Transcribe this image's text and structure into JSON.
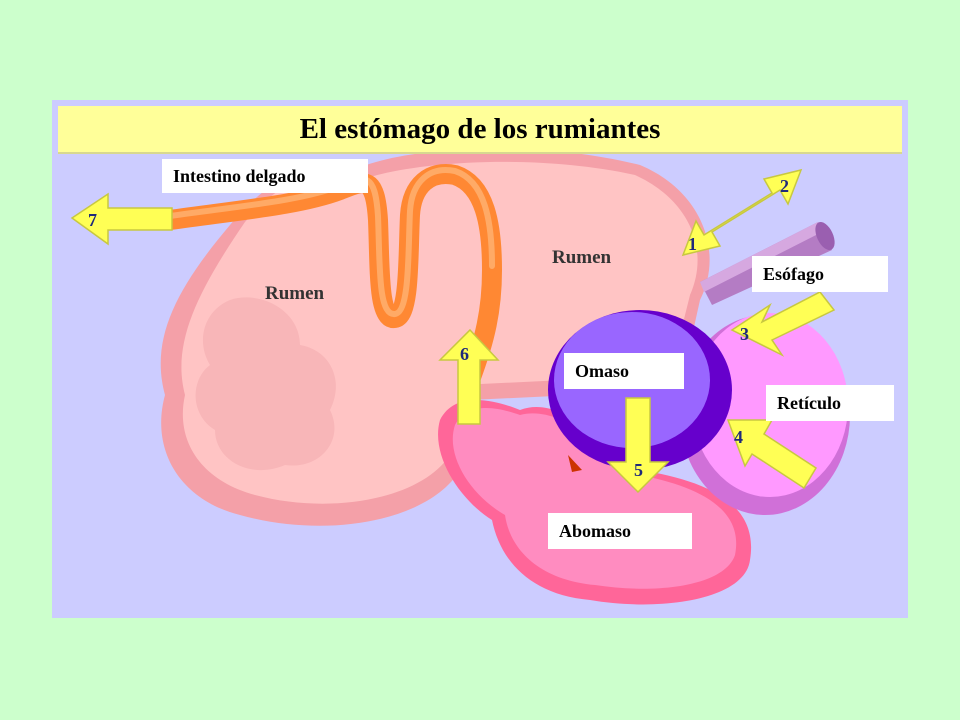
{
  "title": "El estómago de los rumiantes",
  "labels": {
    "intestino": "Intestino delgado",
    "esofago": "Esófago",
    "omaso": "Omaso",
    "reticulo": "Retículo",
    "abomaso": "Abomaso",
    "rumen_left": "Rumen",
    "rumen_right": "Rumen"
  },
  "arrows": [
    "1",
    "2",
    "3",
    "4",
    "5",
    "6",
    "7"
  ],
  "colors": {
    "background": "#ccffcc",
    "panel": "#ccccff",
    "title_bar": "#ffff99",
    "rumen": "#ffc4c4",
    "rumen_shadow": "#f4a0a8",
    "reticulum": "#ff99ff",
    "reticulum_shadow": "#d070d8",
    "omasum": "#9966ff",
    "omasum_rim": "#6600cc",
    "abomasum": "#ff8cc0",
    "esophagus": "#c896d8",
    "intestine": "#ff8833",
    "arrow": "#ffff55"
  }
}
